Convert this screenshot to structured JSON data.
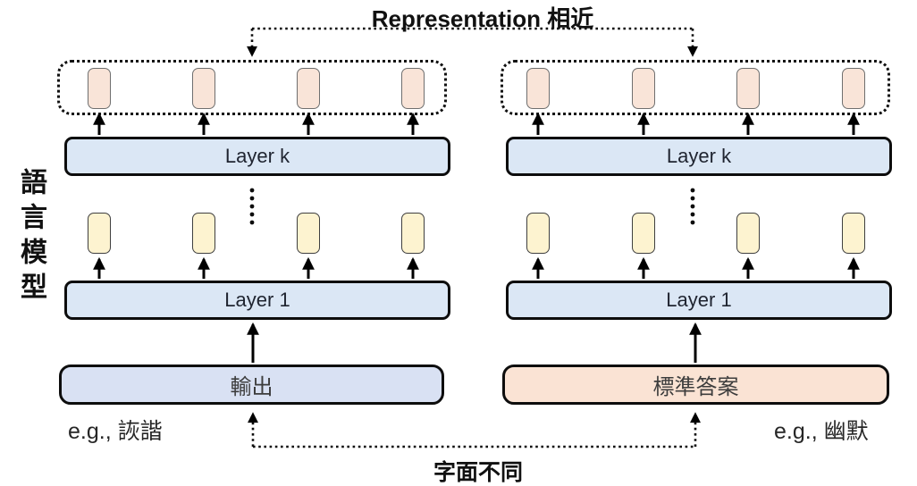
{
  "title_top": "Representation 相近",
  "bottom_caption": "字面不同",
  "side_label": "語言模型",
  "left_model": {
    "layer_k_label": "Layer k",
    "layer_1_label": "Layer 1",
    "bottom_box_label": "輸出",
    "example_label": "e.g., 詼諧",
    "tokens_per_row": 4
  },
  "right_model": {
    "layer_k_label": "Layer k",
    "layer_1_label": "Layer 1",
    "bottom_box_label": "標準答案",
    "example_label": "e.g., 幽默",
    "tokens_per_row": 4
  },
  "colors": {
    "layer_box_fill": "#dbe7f5",
    "output_box_fill": "#d9e1f3",
    "answer_box_fill": "#fae3d4",
    "upper_token_fill": "#f9e4d8",
    "lower_token_fill": "#fdf3d0",
    "line_color": "#000000"
  }
}
